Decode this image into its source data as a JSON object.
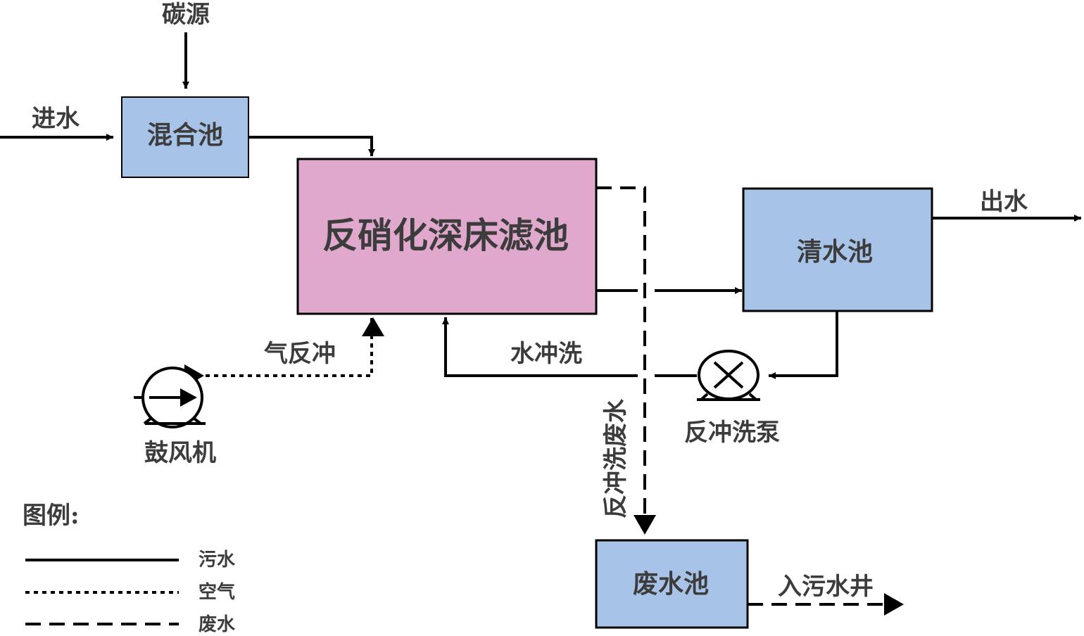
{
  "colors": {
    "process_box": "#a8c3e8",
    "filter_box": "#e0a8cd",
    "stroke": "#000000",
    "text": "#3c3c3c"
  },
  "nodes": {
    "mixing_tank": "混合池",
    "denitrification_filter": "反硝化深床滤池",
    "clear_water_tank": "清水池",
    "waste_water_tank": "废水池",
    "blower": "鼓风机",
    "backwash_pump": "反冲洗泵"
  },
  "flows": {
    "carbon_source": "碳源",
    "influent": "进水",
    "effluent": "出水",
    "air_backwash": "气反冲",
    "water_backwash": "水冲洗",
    "backwash_waste_water": "反冲洗废水",
    "to_sewer_well": "入污水井"
  },
  "legend": {
    "title": "图例:",
    "items": [
      {
        "label": "污水",
        "line_style": "solid"
      },
      {
        "label": "空气",
        "line_style": "dotted"
      },
      {
        "label": "废水",
        "line_style": "dashed"
      }
    ]
  }
}
